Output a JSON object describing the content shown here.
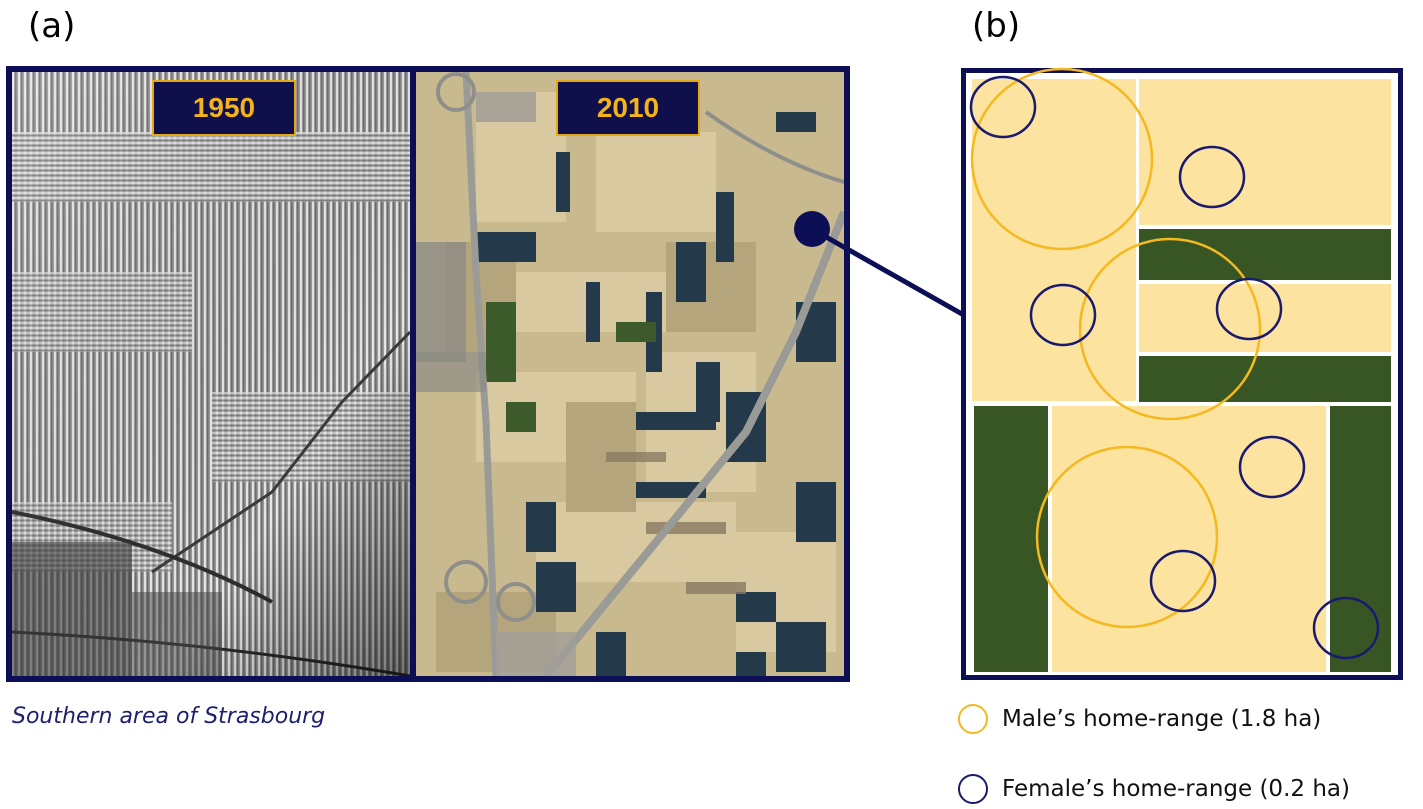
{
  "panels": {
    "a": "(a)",
    "b": "(b)"
  },
  "photos": {
    "left_year": "1950",
    "right_year": "2010",
    "caption": "Southern area of Strasbourg"
  },
  "legend": {
    "male": {
      "label": "Male’s home-range (1.8 ha)",
      "color": "#f5b91f"
    },
    "female": {
      "label": "Female’s home-range (0.2 ha)",
      "color": "#1a1a6e"
    }
  },
  "colors": {
    "frame": "#0d0f56",
    "field_light": "#fde3a0",
    "field_dark": "#375623",
    "badge_text": "#f6b21a"
  }
}
